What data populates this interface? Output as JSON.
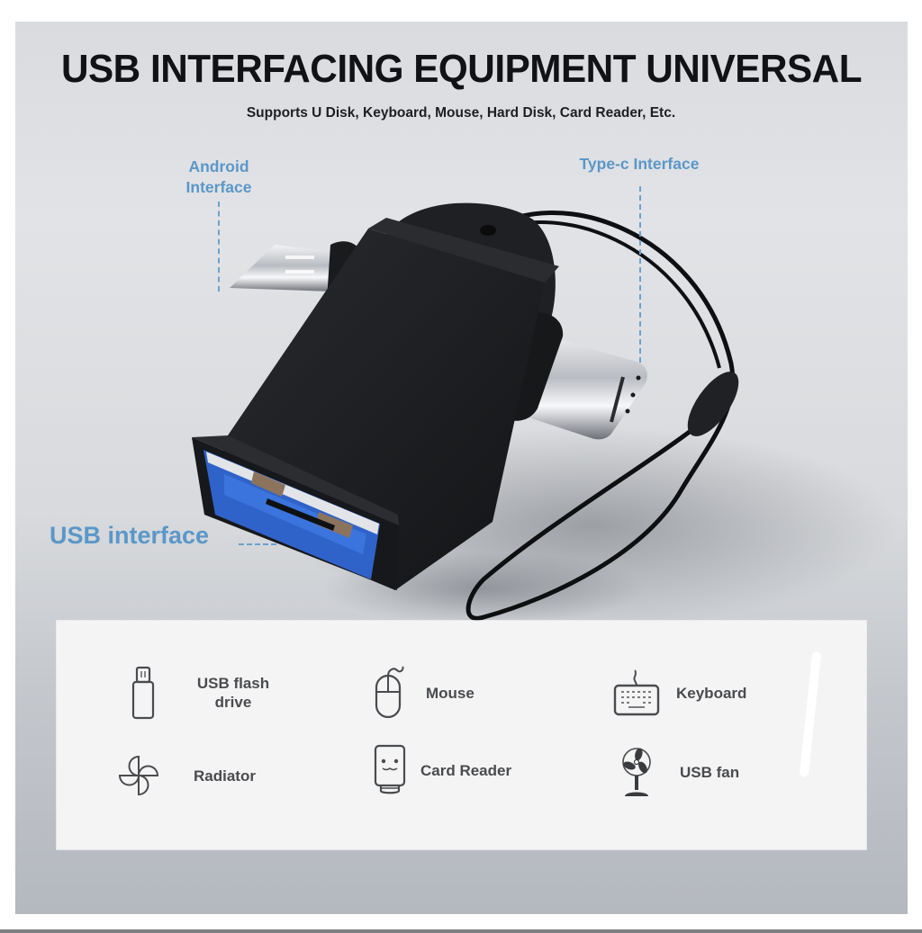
{
  "header": {
    "title": "USB INTERFACING EQUIPMENT UNIVERSAL",
    "subtitle": "Supports U Disk, Keyboard, Mouse, Hard Disk, Card Reader, Etc."
  },
  "callouts": {
    "android": "Android Interface",
    "typec": "Type-c Interface",
    "usb": "USB interface"
  },
  "product": {
    "name": "OTG adapter (USB-A female to Micro-USB / Type-C) with lanyard",
    "body_color": "#1b1c1f",
    "port_color": "#2f63c9"
  },
  "features": [
    {
      "label": "USB flash drive",
      "icon": "usb-flash-drive-icon"
    },
    {
      "label": "Mouse",
      "icon": "mouse-icon"
    },
    {
      "label": "Keyboard",
      "icon": "keyboard-icon"
    },
    {
      "label": "Radiator",
      "icon": "fan-blade-icon"
    },
    {
      "label": "Card Reader",
      "icon": "card-reader-icon"
    },
    {
      "label": "USB fan",
      "icon": "desk-fan-icon"
    }
  ],
  "colors": {
    "callout_blue": "#5b97c8",
    "title_text": "#111214",
    "feature_text": "#4a4b4e",
    "panel_bg": "#f4f4f5"
  }
}
